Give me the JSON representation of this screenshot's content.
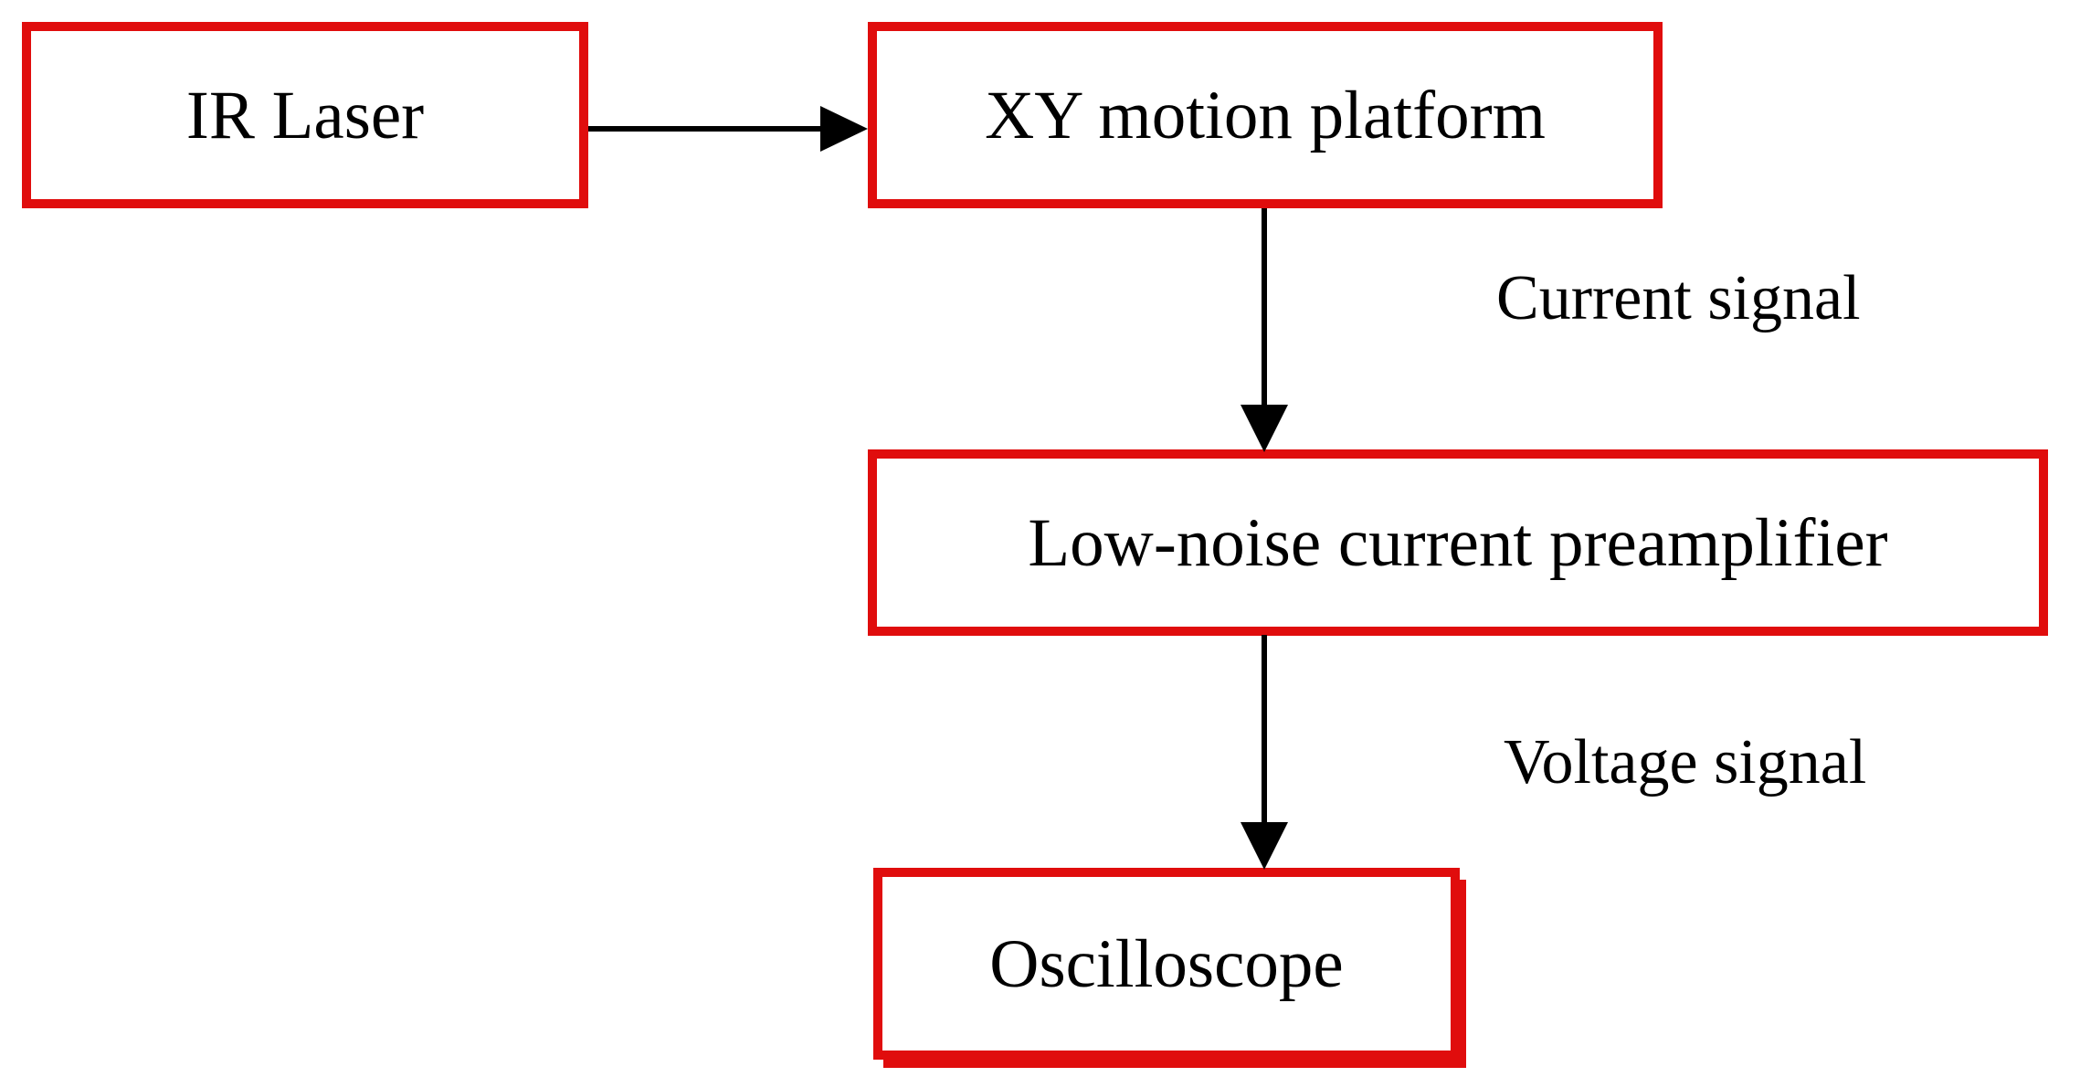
{
  "diagram": {
    "type": "flowchart",
    "background": "#ffffff",
    "nodes": {
      "ir_laser": {
        "label": "IR Laser"
      },
      "xy_platform": {
        "label": "XY motion platform"
      },
      "preamp": {
        "label": "Low-noise current preamplifier"
      },
      "oscilloscope": {
        "label": "Oscilloscope"
      }
    },
    "edges": [
      {
        "from": "IR Laser",
        "to": "XY motion platform",
        "label": "",
        "direction": "right"
      },
      {
        "from": "XY motion platform",
        "to": "Low-noise current preamplifier",
        "label": "Current signal",
        "direction": "down"
      },
      {
        "from": "Low-noise current preamplifier",
        "to": "Oscilloscope",
        "label": "Voltage signal",
        "direction": "down"
      }
    ],
    "colors": {
      "box_border": "#e00d0d",
      "arrow": "#000000",
      "text": "#000000",
      "background": "#ffffff"
    }
  }
}
